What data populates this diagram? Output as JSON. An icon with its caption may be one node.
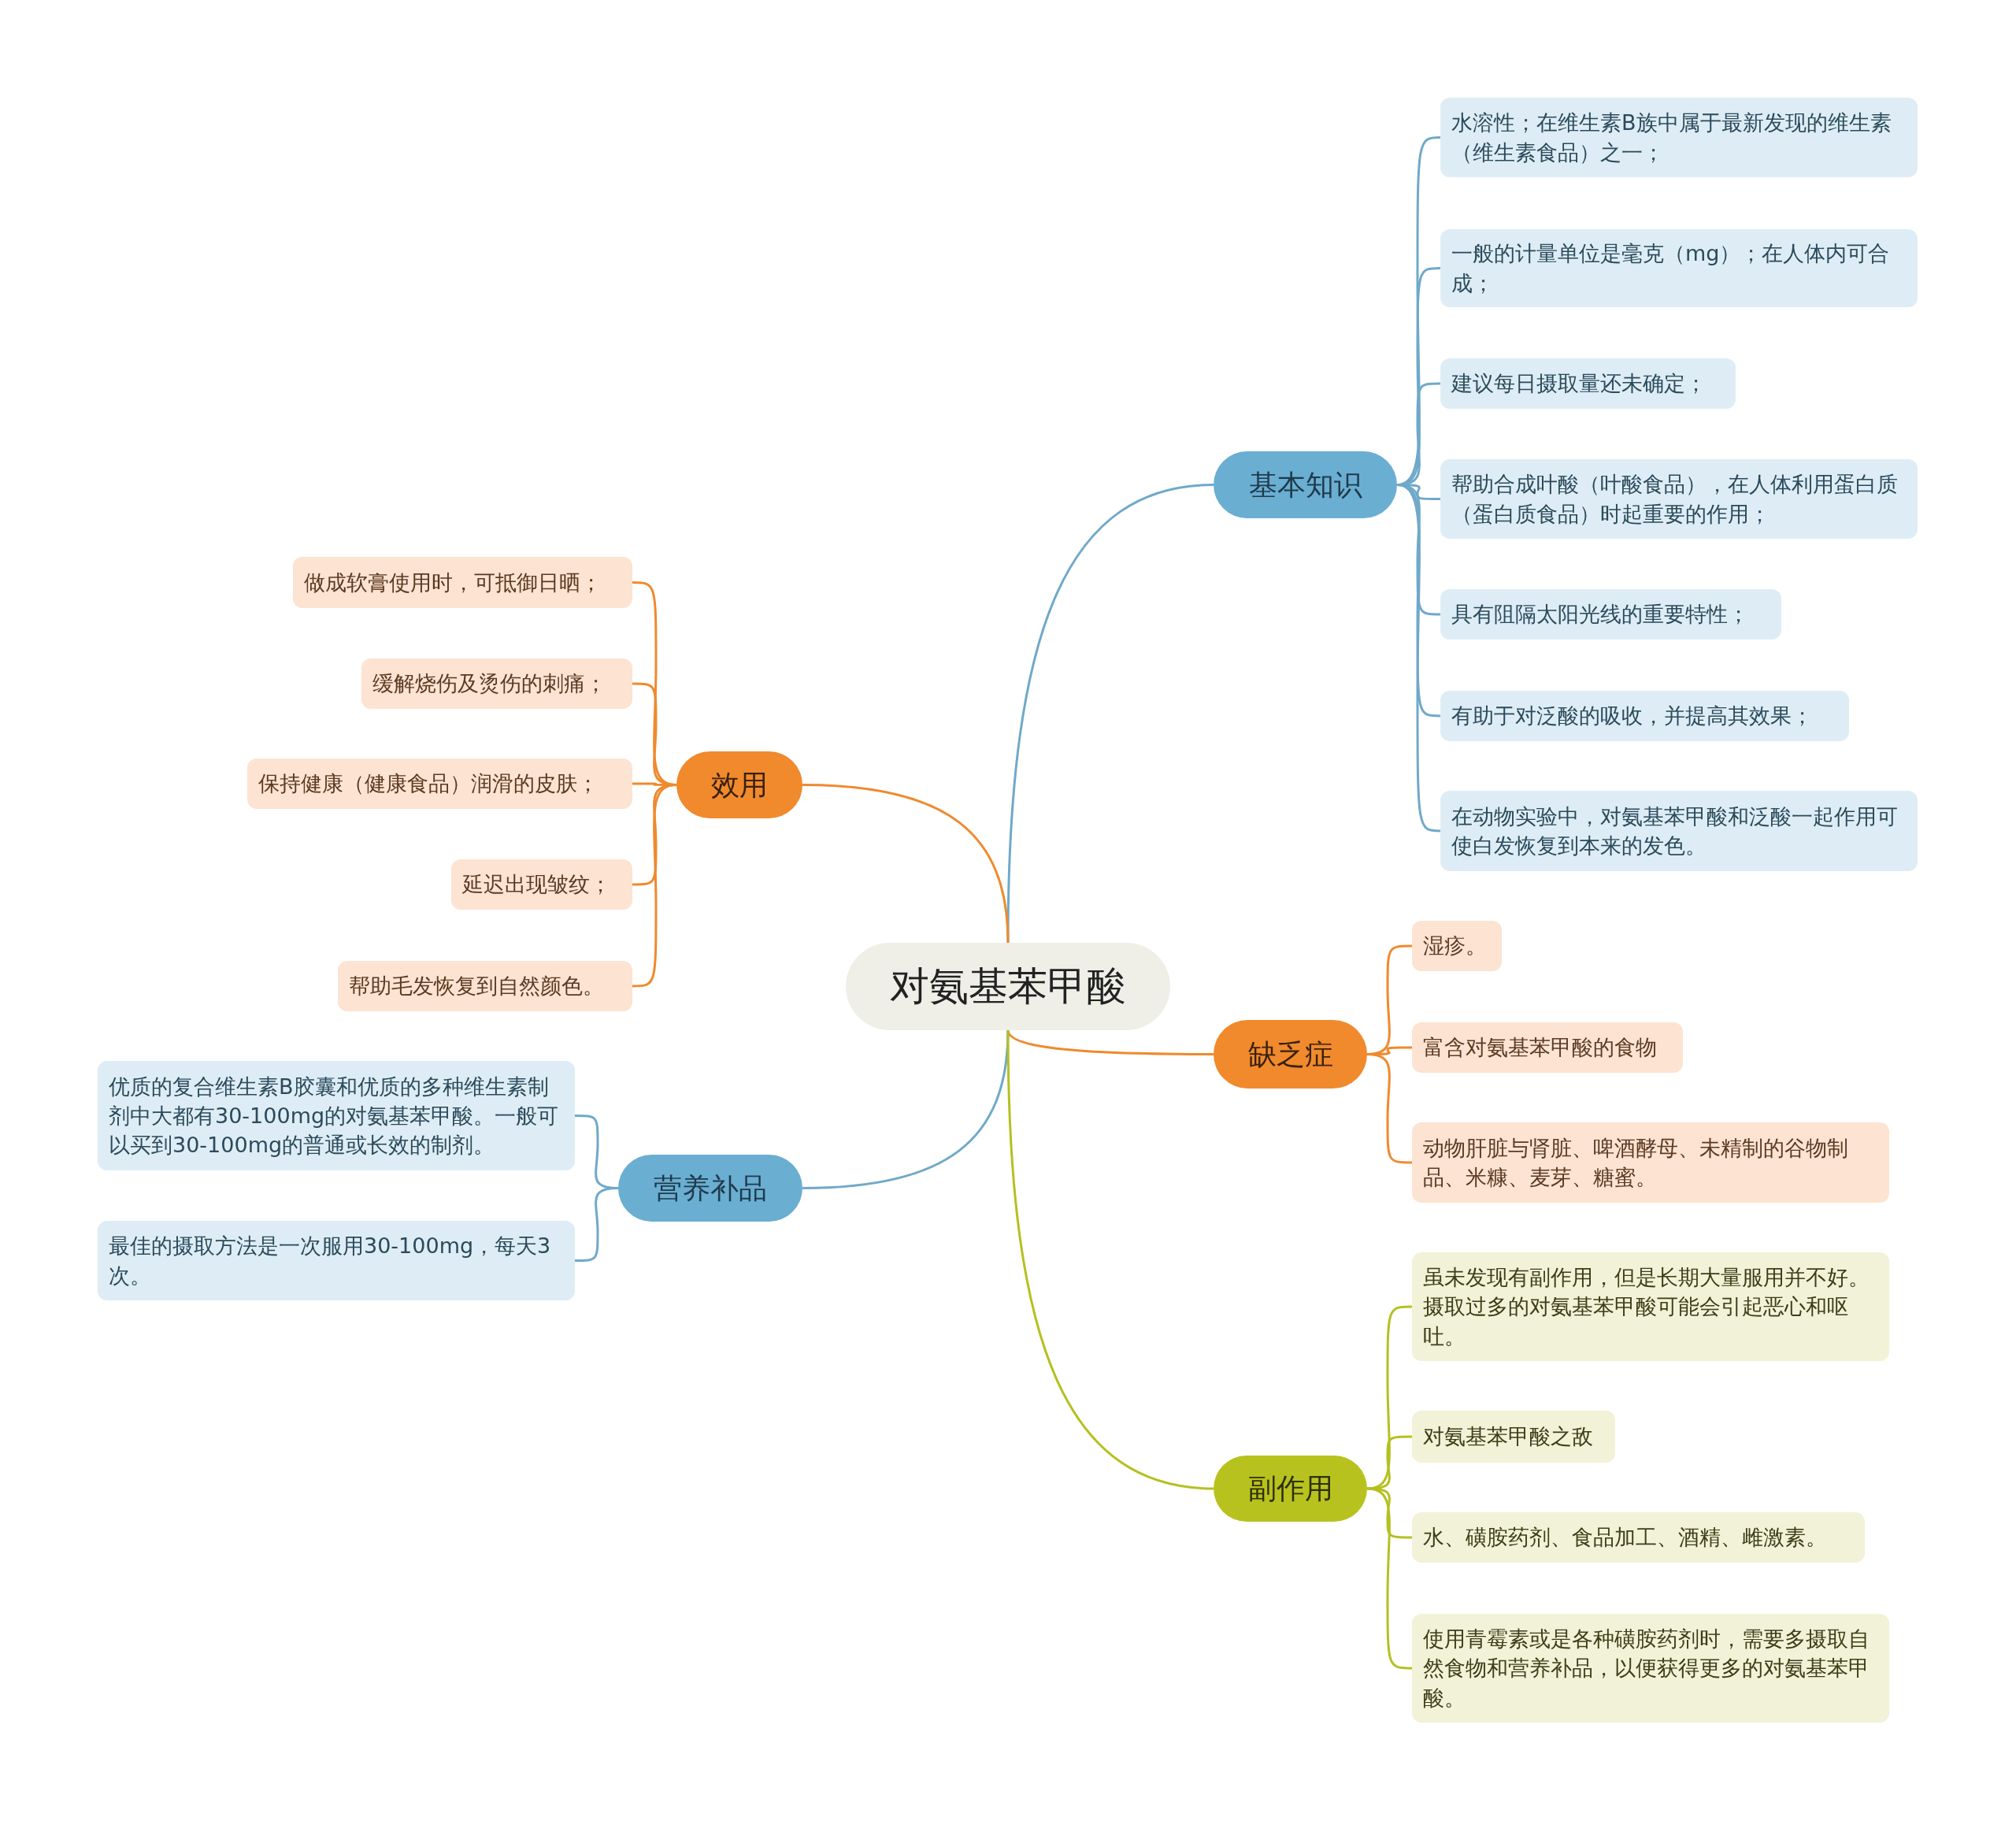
{
  "diagram": {
    "nodes": [
      {
        "text": [
          "对氨基苯甲酸"
        ]
      },
      {
        "text": [
          "基本知识"
        ]
      },
      {
        "text": [
          "水溶性；在维生素B族中属于最新发现的维生素（维生素食品）之一；"
        ]
      },
      {
        "text": [
          "一般的计量单位是毫克（mg）；在人体内可合成；"
        ]
      },
      {
        "text": [
          "建议每日摄取量还未确定；"
        ]
      },
      {
        "text": [
          "帮助合成叶酸（叶酸食品），在人体利用蛋白质（蛋白质食品）时起重要的作用；"
        ]
      },
      {
        "text": [
          "具有阻隔太阳光线的重要特性；"
        ]
      },
      {
        "text": [
          "有助于对泛酸的吸收，并提高其效果；"
        ]
      },
      {
        "text": [
          "在动物实验中，对氨基苯甲酸和泛酸一起作用可使白发恢复到本来的发色。"
        ]
      },
      {
        "text": [
          "效用"
        ]
      },
      {
        "text": [
          "做成软膏使用时，可抵御日晒；"
        ]
      },
      {
        "text": [
          "缓解烧伤及烫伤的刺痛；"
        ]
      },
      {
        "text": [
          "保持健康（健康食品）润滑的皮肤；"
        ]
      },
      {
        "text": [
          "延迟出现皱纹；"
        ]
      },
      {
        "text": [
          "帮助毛发恢复到自然颜色。"
        ]
      },
      {
        "text": [
          "缺乏症"
        ]
      },
      {
        "text": [
          "湿疹。"
        ]
      },
      {
        "text": [
          "富含对氨基苯甲酸的食物"
        ]
      },
      {
        "text": [
          "动物肝脏与肾脏、啤酒酵母、未精制的谷物制品、米糠、麦芽、糖蜜。"
        ]
      },
      {
        "text": [
          "营养补品"
        ]
      },
      {
        "text": [
          "优质的复合维生素B胶囊和优质的多种维生素制剂中大都有30-100mg的对氨基苯甲酸。一般可以买到30-100mg的普通或长效的制剂。"
        ]
      },
      {
        "text": [
          "最佳的摄取方法是一次服用30-100mg，每天3次。"
        ]
      },
      {
        "text": [
          "副作用"
        ]
      },
      {
        "text": [
          "虽未发现有副作用，但是长期大量服用并不好。摄取过多的对氨基苯甲酸可能会引起恶心和呕吐。"
        ]
      },
      {
        "text": [
          "对氨基苯甲酸之敌"
        ]
      },
      {
        "text": [
          "水、磺胺药剂、食品加工、酒精、雌激素。"
        ]
      },
      {
        "text": [
          "使用青霉素或是各种磺胺药剂时，需要多摄取自然食物和营养补品，以便获得更多的对氨基苯甲酸。"
        ]
      }
    ],
    "edges": [
      {
        "from": 0,
        "to": 1,
        "arrow": "none"
      },
      {
        "from": 1,
        "to": 2,
        "arrow": "none"
      },
      {
        "from": 1,
        "to": 3,
        "arrow": "none"
      },
      {
        "from": 1,
        "to": 4,
        "arrow": "none"
      },
      {
        "from": 1,
        "to": 5,
        "arrow": "none"
      },
      {
        "from": 1,
        "to": 6,
        "arrow": "none"
      },
      {
        "from": 1,
        "to": 7,
        "arrow": "none"
      },
      {
        "from": 1,
        "to": 8,
        "arrow": "none"
      },
      {
        "from": 0,
        "to": 9,
        "arrow": "none",
        "color": "#ef8a2e"
      },
      {
        "from": 9,
        "to": 10,
        "arrow": "none",
        "color": "#ef8a2e"
      },
      {
        "from": 9,
        "to": 11,
        "arrow": "none",
        "color": "#ef8a2e"
      },
      {
        "from": 9,
        "to": 12,
        "arrow": "none",
        "color": "#ef8a2e"
      },
      {
        "from": 9,
        "to": 13,
        "arrow": "none",
        "color": "#ef8a2e"
      },
      {
        "from": 9,
        "to": 14,
        "arrow": "none",
        "color": "#ef8a2e"
      },
      {
        "from": 0,
        "to": 15,
        "arrow": "none",
        "color": "#ef8a2e"
      },
      {
        "from": 15,
        "to": 16,
        "arrow": "none",
        "color": "#ef8a2e"
      },
      {
        "from": 15,
        "to": 17,
        "arrow": "none",
        "color": "#ef8a2e"
      },
      {
        "from": 15,
        "to": 18,
        "arrow": "none",
        "color": "#ef8a2e"
      },
      {
        "from": 0,
        "to": 19,
        "arrow": "none"
      },
      {
        "from": 19,
        "to": 20,
        "arrow": "none"
      },
      {
        "from": 19,
        "to": 21,
        "arrow": "none"
      },
      {
        "from": 0,
        "to": 22,
        "arrow": "none",
        "color": "#b5c01f"
      },
      {
        "from": 22,
        "to": 23,
        "arrow": "none",
        "color": "#b5c01f"
      },
      {
        "from": 22,
        "to": 24,
        "arrow": "none",
        "color": "#b5c01f"
      },
      {
        "from": 22,
        "to": 25,
        "arrow": "none",
        "color": "#b5c01f"
      },
      {
        "from": 22,
        "to": 26,
        "arrow": "none",
        "color": "#b5c01f"
      }
    ]
  }
}
